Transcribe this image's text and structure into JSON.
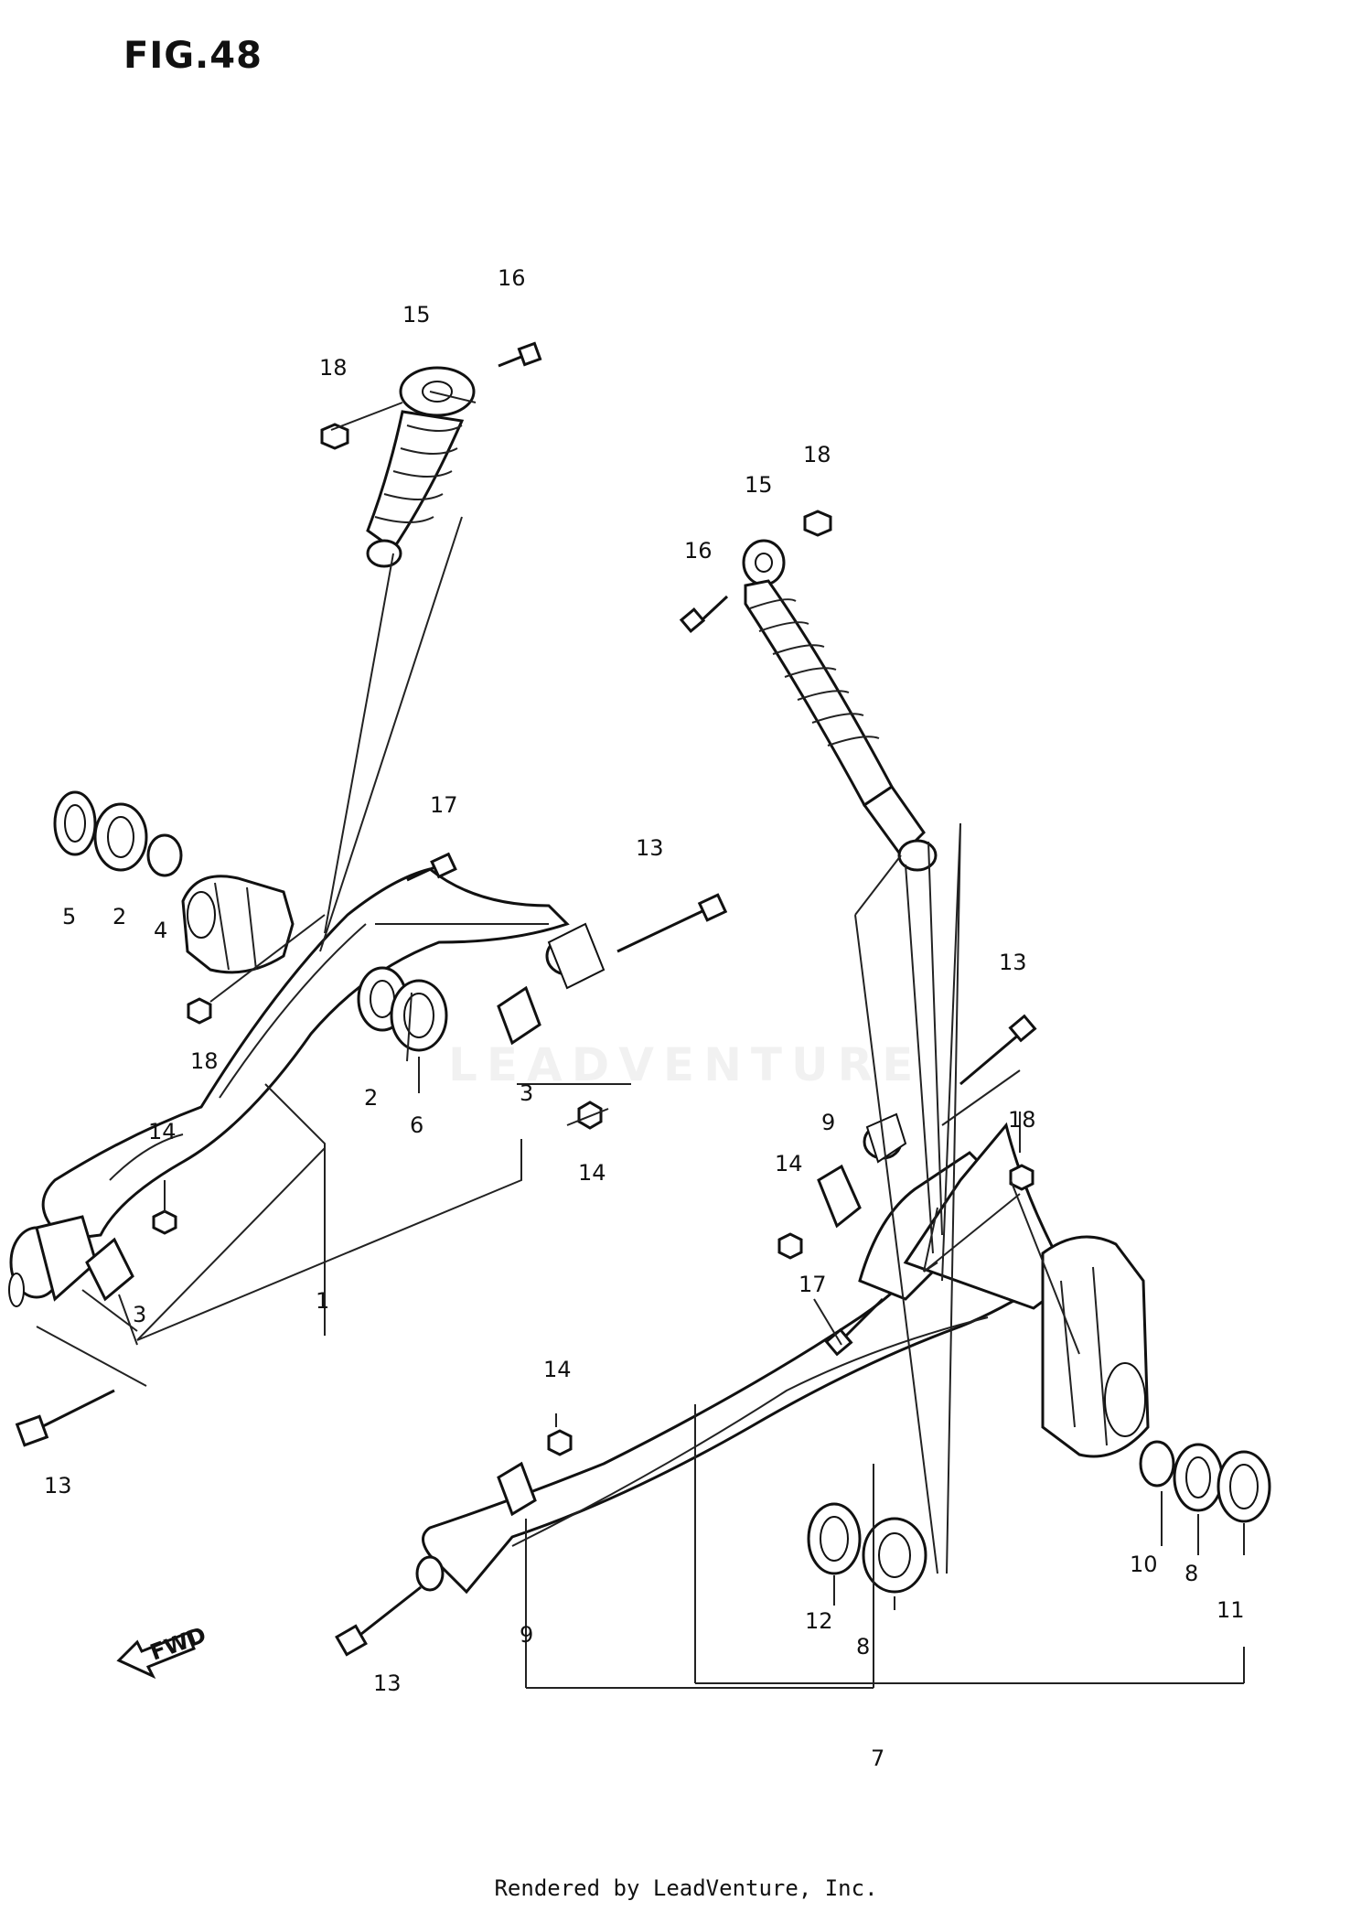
{
  "figure_title": "FIG.48",
  "footer": "Rendered by LeadVenture, Inc.",
  "watermark": "LEADVENTURE",
  "callouts": {
    "c1": "1",
    "c2a": "2",
    "c2b": "2",
    "c3a": "3",
    "c3b": "3",
    "c4": "4",
    "c5": "5",
    "c6": "6",
    "c7": "7",
    "c8a": "8",
    "c8b": "8",
    "c9a": "9",
    "c9b": "9",
    "c10": "10",
    "c11": "11",
    "c12": "12",
    "c13a": "13",
    "c13b": "13",
    "c13c": "13",
    "c13d": "13",
    "c14a": "14",
    "c14b": "14",
    "c14c": "14",
    "c14d": "14",
    "c15a": "15",
    "c15b": "15",
    "c16a": "16",
    "c16b": "16",
    "c17a": "17",
    "c17b": "17",
    "c18a": "18",
    "c18b": "18",
    "c18c": "18",
    "c18d": "18"
  },
  "direction_arrow": "FWD"
}
